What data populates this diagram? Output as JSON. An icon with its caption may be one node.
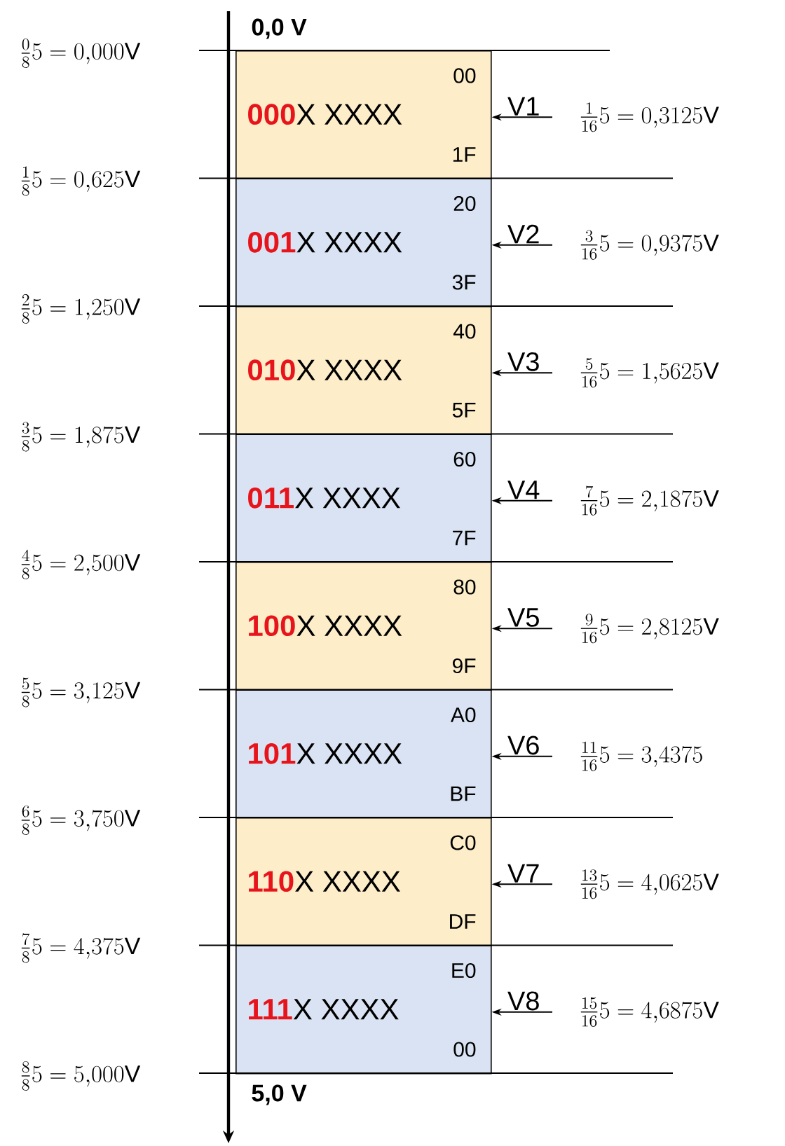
{
  "diagram": {
    "nodes": [
      {
        "text": [
          "000",
          "X XXXX",
          "00",
          "1F"
        ]
      },
      {
        "text": [
          "001",
          "X XXXX",
          "20",
          "3F"
        ]
      },
      {
        "text": [
          "010",
          "X XXXX",
          "40",
          "5F"
        ]
      },
      {
        "text": [
          "011",
          "X XXXX",
          "60",
          "7F"
        ]
      },
      {
        "text": [
          "100",
          "X XXXX",
          "80",
          "9F"
        ]
      },
      {
        "text": [
          "101",
          "X XXXX",
          "A0",
          "BF"
        ]
      },
      {
        "text": [
          "110",
          "X XXXX",
          "C0",
          "DF"
        ]
      },
      {
        "text": [
          "111",
          "X XXXX",
          "E0",
          "00"
        ]
      },
      {
        "text": [
          "\\frac{1}{16}5 = 0{,}3125\\mathrm{V}"
        ]
      },
      {
        "text": [
          "\\frac{3}{16}5 = 0{,}9375\\mathrm{V}"
        ]
      },
      {
        "text": [
          "\\frac{5}{16}5 = 1{,}5625\\mathrm{V}"
        ]
      },
      {
        "text": [
          "\\frac{7}{16}5 = 2{,}1875\\mathrm{V}"
        ]
      },
      {
        "text": [
          "\\frac{9}{16}5 = 2{,}8125\\mathrm{V}"
        ]
      },
      {
        "text": [
          "\\frac{11}{16}5 = 3{,}4375"
        ]
      },
      {
        "text": [
          "\\frac{13}{16}5 = 4{,}0625\\mathrm{V}"
        ]
      },
      {
        "text": [
          "\\frac{15}{16}5 = 4{,}6875\\mathrm{V}"
        ]
      }
    ],
    "edges": [
      {
        "from": 8,
        "to": 0,
        "arrow": "to",
        "label": "V1"
      },
      {
        "from": 9,
        "to": 1,
        "arrow": "to",
        "label": "V2"
      },
      {
        "from": 10,
        "to": 2,
        "arrow": "to",
        "label": "V3"
      },
      {
        "from": 11,
        "to": 3,
        "arrow": "to",
        "label": "V4"
      },
      {
        "from": 12,
        "to": 4,
        "arrow": "to",
        "label": "V5"
      },
      {
        "from": 13,
        "to": 5,
        "arrow": "to",
        "label": "V6"
      },
      {
        "from": 14,
        "to": 6,
        "arrow": "to",
        "label": "V7"
      },
      {
        "from": 15,
        "to": 7,
        "arrow": "to",
        "label": "V8"
      }
    ],
    "labels": [
      "0,0 V",
      "\\frac{0}{8}5 = 0{,}000\\mathrm{V}",
      "\\frac{1}{8}5 = 0{,}625\\mathrm{V}",
      "\\frac{2}{8}5 = 1{,}250\\mathrm{V}",
      "\\frac{3}{8}5 = 1{,}875\\mathrm{V}",
      "\\frac{4}{8}5 = 2{,}500\\mathrm{V}",
      "\\frac{5}{8}5 = 3{,}125\\mathrm{V}",
      "\\frac{6}{8}5 = 3{,}750\\mathrm{V}",
      "\\frac{7}{8}5 = 4{,}375\\mathrm{V}",
      "\\frac{8}{8}5 = 5{,}000\\mathrm{V}",
      "5,0 V"
    ]
  }
}
